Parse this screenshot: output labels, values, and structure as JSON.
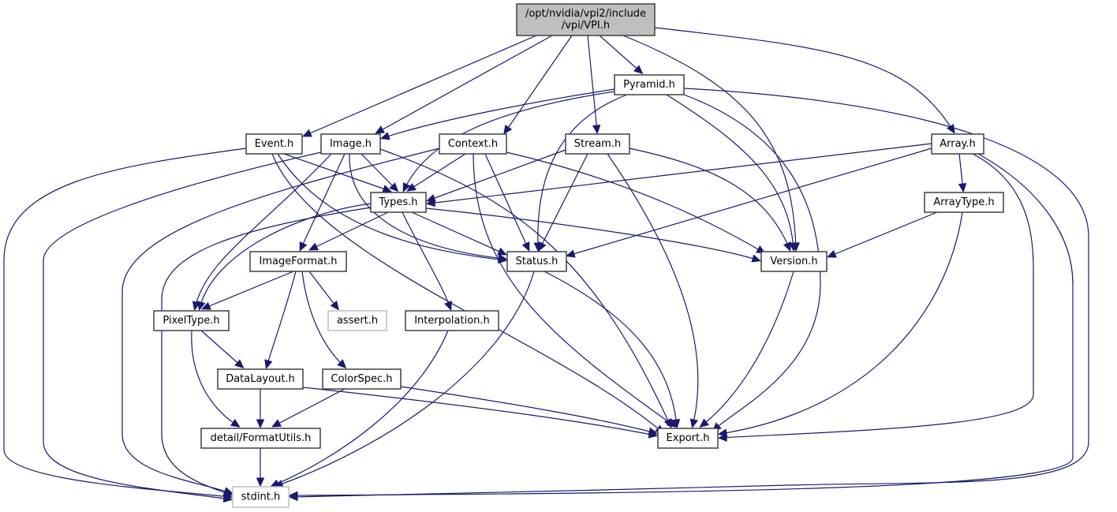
{
  "diagram": {
    "type": "include-dependency-graph",
    "edge_color": "#191970",
    "root_fill": "#bfbfbf",
    "external_border": "#bfbfbf",
    "nodes": [
      {
        "id": "vpi",
        "label": "/opt/nvidia/vpi2/include\n/vpi/VPI.h",
        "kind": "root"
      },
      {
        "id": "pyramid",
        "label": "Pyramid.h",
        "kind": "header"
      },
      {
        "id": "event",
        "label": "Event.h",
        "kind": "header"
      },
      {
        "id": "image",
        "label": "Image.h",
        "kind": "header"
      },
      {
        "id": "context",
        "label": "Context.h",
        "kind": "header"
      },
      {
        "id": "stream",
        "label": "Stream.h",
        "kind": "header"
      },
      {
        "id": "array",
        "label": "Array.h",
        "kind": "header"
      },
      {
        "id": "types",
        "label": "Types.h",
        "kind": "header"
      },
      {
        "id": "arraytype",
        "label": "ArrayType.h",
        "kind": "header"
      },
      {
        "id": "imageformat",
        "label": "ImageFormat.h",
        "kind": "header"
      },
      {
        "id": "status",
        "label": "Status.h",
        "kind": "header"
      },
      {
        "id": "version",
        "label": "Version.h",
        "kind": "header"
      },
      {
        "id": "pixeltype",
        "label": "PixelType.h",
        "kind": "header"
      },
      {
        "id": "assert",
        "label": "assert.h",
        "kind": "external"
      },
      {
        "id": "interpolation",
        "label": "Interpolation.h",
        "kind": "header"
      },
      {
        "id": "datalayout",
        "label": "DataLayout.h",
        "kind": "header"
      },
      {
        "id": "colorspec",
        "label": "ColorSpec.h",
        "kind": "header"
      },
      {
        "id": "formatutils",
        "label": "detail/FormatUtils.h",
        "kind": "header"
      },
      {
        "id": "export",
        "label": "Export.h",
        "kind": "header"
      },
      {
        "id": "stdint",
        "label": "stdint.h",
        "kind": "external"
      }
    ],
    "edges": [
      [
        "vpi",
        "pyramid"
      ],
      [
        "vpi",
        "event"
      ],
      [
        "vpi",
        "image"
      ],
      [
        "vpi",
        "context"
      ],
      [
        "vpi",
        "stream"
      ],
      [
        "vpi",
        "array"
      ],
      [
        "vpi",
        "version"
      ],
      [
        "pyramid",
        "image"
      ],
      [
        "pyramid",
        "types"
      ],
      [
        "pyramid",
        "status"
      ],
      [
        "pyramid",
        "version"
      ],
      [
        "pyramid",
        "export"
      ],
      [
        "pyramid",
        "stdint"
      ],
      [
        "event",
        "types"
      ],
      [
        "event",
        "status"
      ],
      [
        "event",
        "export"
      ],
      [
        "event",
        "stdint"
      ],
      [
        "image",
        "types"
      ],
      [
        "image",
        "imageformat"
      ],
      [
        "image",
        "pixeltype"
      ],
      [
        "image",
        "status"
      ],
      [
        "image",
        "export"
      ],
      [
        "image",
        "stdint"
      ],
      [
        "context",
        "types"
      ],
      [
        "context",
        "status"
      ],
      [
        "context",
        "version"
      ],
      [
        "context",
        "export"
      ],
      [
        "context",
        "stdint"
      ],
      [
        "stream",
        "types"
      ],
      [
        "stream",
        "status"
      ],
      [
        "stream",
        "version"
      ],
      [
        "stream",
        "export"
      ],
      [
        "array",
        "types"
      ],
      [
        "array",
        "arraytype"
      ],
      [
        "array",
        "status"
      ],
      [
        "array",
        "export"
      ],
      [
        "array",
        "stdint"
      ],
      [
        "arraytype",
        "version"
      ],
      [
        "arraytype",
        "export"
      ],
      [
        "types",
        "imageformat"
      ],
      [
        "types",
        "pixeltype"
      ],
      [
        "types",
        "status"
      ],
      [
        "types",
        "version"
      ],
      [
        "types",
        "interpolation"
      ],
      [
        "types",
        "stdint"
      ],
      [
        "imageformat",
        "pixeltype"
      ],
      [
        "imageformat",
        "assert"
      ],
      [
        "imageformat",
        "datalayout"
      ],
      [
        "imageformat",
        "colorspec"
      ],
      [
        "pixeltype",
        "datalayout"
      ],
      [
        "pixeltype",
        "formatutils"
      ],
      [
        "datalayout",
        "formatutils"
      ],
      [
        "datalayout",
        "export"
      ],
      [
        "colorspec",
        "formatutils"
      ],
      [
        "colorspec",
        "export"
      ],
      [
        "formatutils",
        "stdint"
      ],
      [
        "status",
        "export"
      ],
      [
        "status",
        "stdint"
      ],
      [
        "version",
        "export"
      ],
      [
        "interpolation",
        "stdint"
      ]
    ]
  }
}
